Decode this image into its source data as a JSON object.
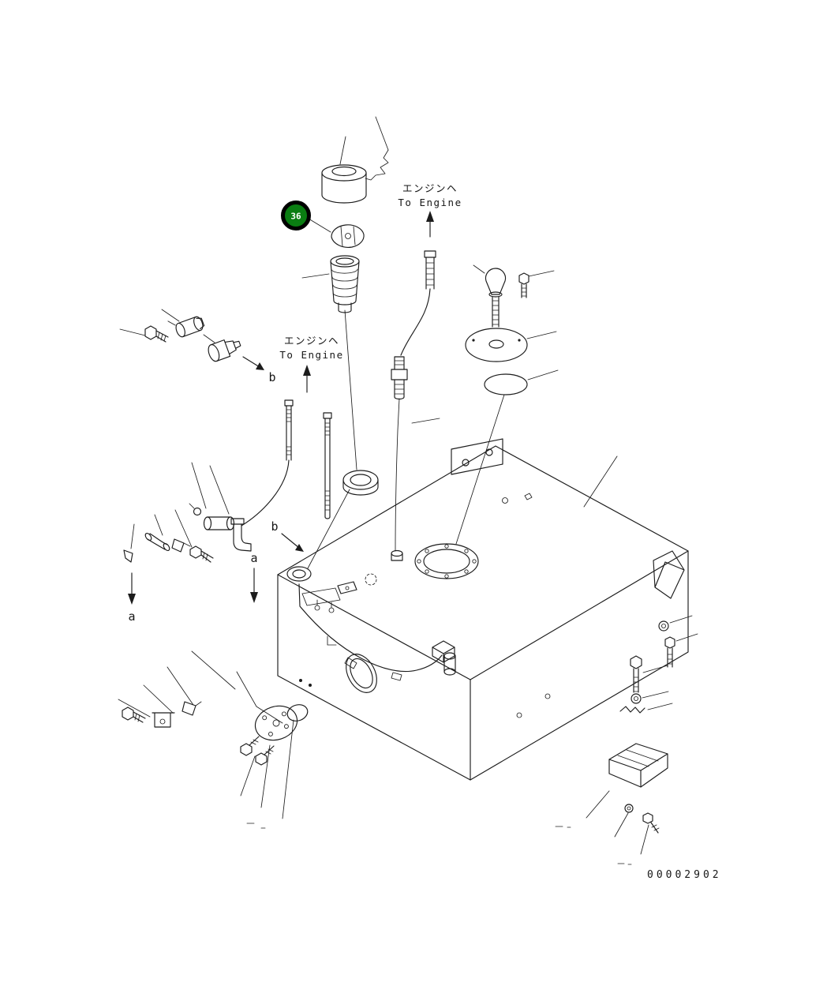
{
  "drawing": {
    "number": "00002902",
    "background": "#ffffff",
    "line_color": "#1c1c1c"
  },
  "balloon_36": {
    "number": "36",
    "fill_color": "#0a7d12",
    "ring_color": "#000000",
    "text_color": "#ffffff"
  },
  "annotations": {
    "to_engine_top": {
      "jp": "エンジンヘ",
      "en": "To Engine"
    },
    "to_engine_left": {
      "jp": "エンジンヘ",
      "en": "To Engine"
    },
    "label_a_left": "a",
    "label_a_mid": "a",
    "label_b_upper": "b",
    "label_b_lower": "b"
  }
}
